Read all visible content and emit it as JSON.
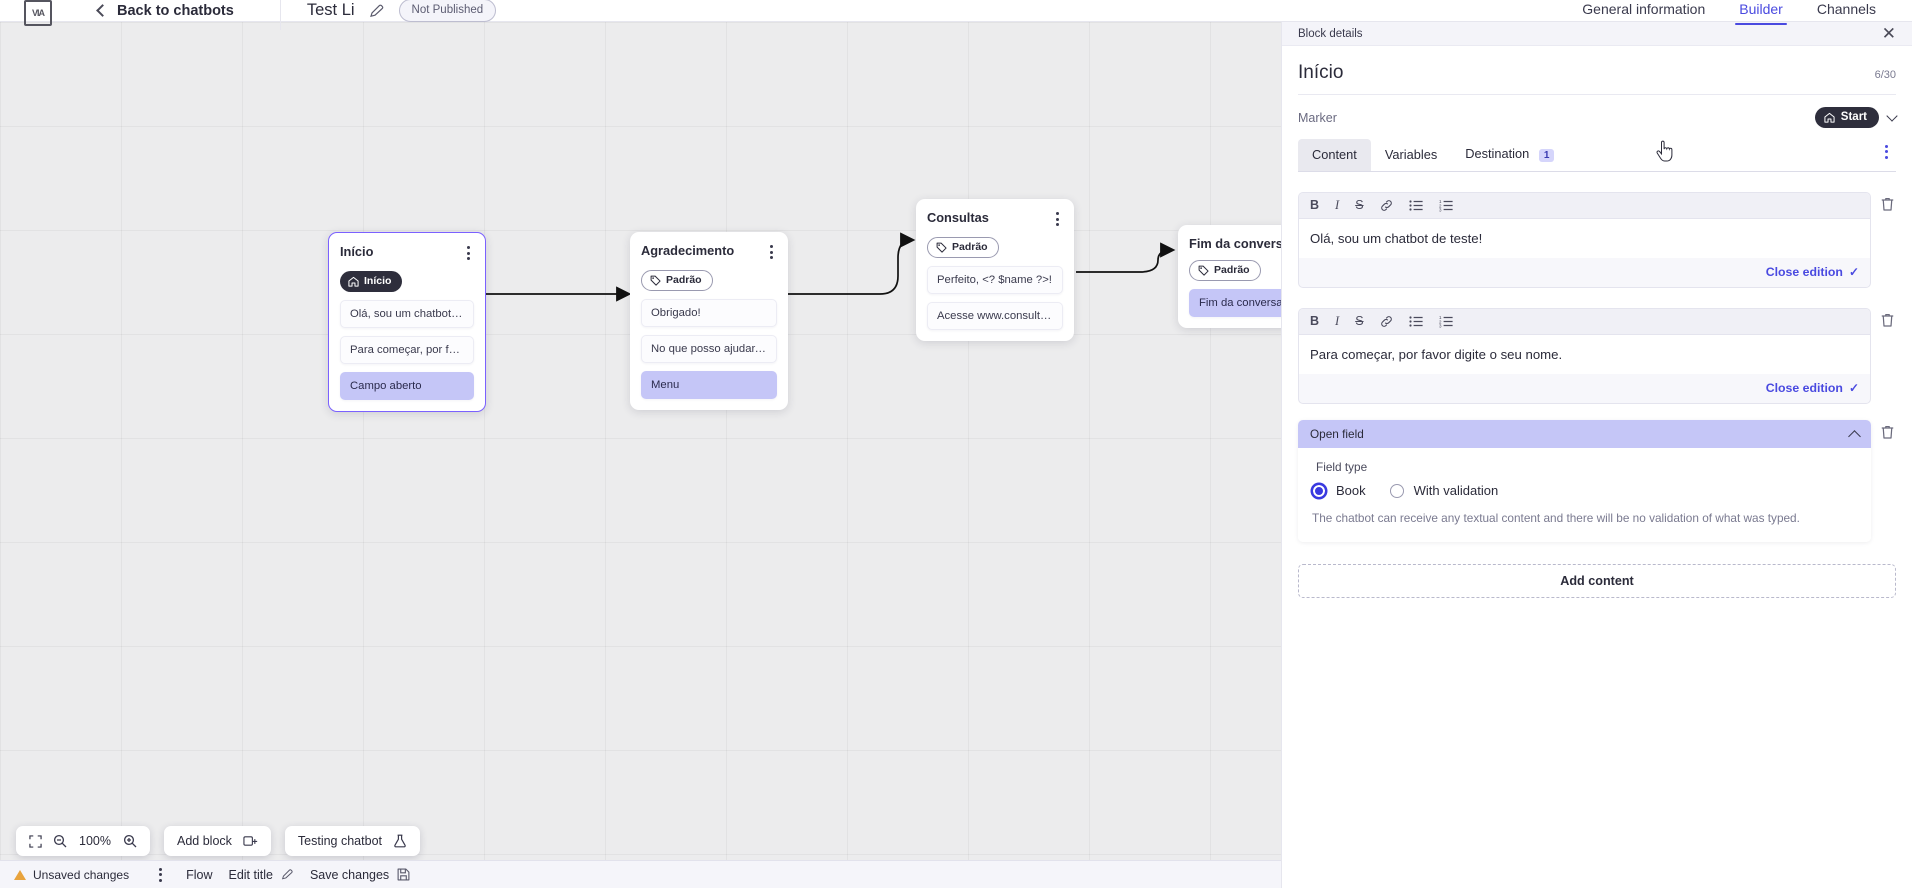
{
  "header": {
    "logo_text": "VIA",
    "back_label": "Back to chatbots",
    "bot_title": "Test Li",
    "edit_icon": "pencil-icon",
    "status_pill": "Not Published",
    "tabs": [
      {
        "label": "General information",
        "active": false
      },
      {
        "label": "Builder",
        "active": true
      },
      {
        "label": "Channels",
        "active": false
      }
    ]
  },
  "canvas": {
    "blocks": [
      {
        "title": "Início",
        "tag": "Início",
        "tag_type": "start",
        "selected": true,
        "rows": [
          {
            "text": "Olá, sou um chatbot de teste!",
            "accent": false
          },
          {
            "text": "Para começar, por favor digite o ...",
            "accent": false
          },
          {
            "text": "Campo aberto",
            "accent": true
          }
        ]
      },
      {
        "title": "Agradecimento",
        "tag": "Padrão",
        "tag_type": "default",
        "selected": false,
        "rows": [
          {
            "text": "Obrigado!",
            "accent": false
          },
          {
            "text": "No que posso ajudar, <? $name ...",
            "accent": false
          },
          {
            "text": "Menu",
            "accent": true
          }
        ]
      },
      {
        "title": "Consultas",
        "tag": "Padrão",
        "tag_type": "default",
        "selected": false,
        "rows": [
          {
            "text": "Perfeito, <? $name ?>!",
            "accent": false
          },
          {
            "text": "Acesse www.consultas.com par...",
            "accent": false
          }
        ]
      },
      {
        "title": "Fim da conversa",
        "tag": "Padrão",
        "tag_type": "default",
        "selected": false,
        "rows": [
          {
            "text": "Fim da conversa",
            "accent": true
          }
        ]
      }
    ]
  },
  "toolbar": {
    "fit_icon": "fit-screen-icon",
    "zoom_out_icon": "zoom-out-icon",
    "zoom_level": "100%",
    "zoom_in_icon": "zoom-in-icon",
    "add_block_label": "Add block",
    "add_block_icon": "add-block-icon",
    "testing_label": "Testing chatbot",
    "testing_icon": "flask-icon"
  },
  "statusbar": {
    "unsaved_label": "Unsaved changes",
    "warning_icon": "warning-icon",
    "flow_label": "Flow",
    "edit_title_label": "Edit title",
    "edit_title_icon": "pencil-icon",
    "save_label": "Save changes",
    "save_icon": "save-icon"
  },
  "panel": {
    "strip_label": "Block details",
    "close_icon": "close-icon",
    "block_title": "Início",
    "char_count": "6/30",
    "marker_label": "Marker",
    "marker_value": "Start",
    "marker_icon": "home-icon",
    "marker_chevron": "chevron-down-icon",
    "tabs": [
      {
        "label": "Content",
        "active": true,
        "badge": null
      },
      {
        "label": "Variables",
        "active": false,
        "badge": null
      },
      {
        "label": "Destination",
        "active": false,
        "badge": "1"
      }
    ],
    "more_icon": "kebab-menu-icon",
    "editor_tools": [
      {
        "icon": "bold-icon",
        "glyph": "B"
      },
      {
        "icon": "italic-icon",
        "glyph": "I"
      },
      {
        "icon": "strikethrough-icon",
        "glyph": "S"
      },
      {
        "icon": "link-icon",
        "glyph": "🔗"
      },
      {
        "icon": "bullet-list-icon",
        "glyph": "☰"
      },
      {
        "icon": "numbered-list-icon",
        "glyph": "≡"
      }
    ],
    "editors": [
      {
        "text": "Olá, sou um chatbot de teste!",
        "close_label": "Close edition"
      },
      {
        "text": "Para começar, por favor digite o seu nome.",
        "close_label": "Close edition"
      }
    ],
    "open_field": {
      "header": "Open field",
      "collapse_icon": "chevron-up-icon",
      "field_type_label": "Field type",
      "options": [
        {
          "label": "Book",
          "selected": true
        },
        {
          "label": "With validation",
          "selected": false
        }
      ],
      "description": "The chatbot can receive any textual content and there will be no validation of what was typed."
    },
    "add_content_label": "Add content"
  },
  "colors": {
    "accent": "#4a4ae0",
    "block_selected_border": "#7b61ff",
    "row_accent_bg": "#c5c6f7",
    "canvas_bg": "#ececed",
    "dark_chip": "#2e2e3c"
  }
}
